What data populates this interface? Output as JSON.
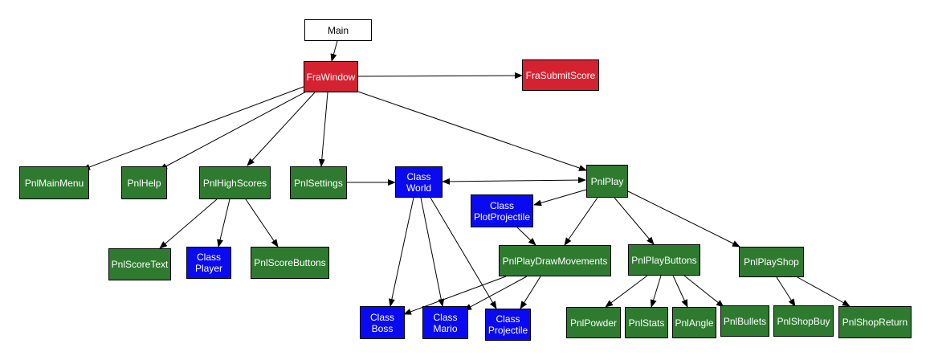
{
  "colors": {
    "white": "#ffffff",
    "red": "#d42231",
    "green": "#2e7b30",
    "blue": "#0a0af2",
    "edge": "#000000"
  },
  "nodes": {
    "main": "Main",
    "fra_window": "FraWindow",
    "fra_submit_score": "FraSubmitScore",
    "pnl_main_menu": "PnlMainMenu",
    "pnl_help": "PnlHelp",
    "pnl_high_scores": "PnlHighScores",
    "pnl_settings": "PnlSettings",
    "class_world": "Class\nWorld",
    "pnl_play": "PnlPlay",
    "class_plot_projectile": "Class\nPlotProjectile",
    "pnl_score_text": "PnlScoreText",
    "class_player": "Class\nPlayer",
    "pnl_score_buttons": "PnlScoreButtons",
    "pnl_play_draw_movements": "PnlPlayDrawMovements",
    "pnl_play_buttons": "PnlPlayButtons",
    "pnl_play_shop": "PnlPlayShop",
    "class_boss": "Class\nBoss",
    "class_mario": "Class\nMario",
    "class_projectile": "Class\nProjectile",
    "pnl_powder": "PnlPowder",
    "pnl_stats": "PnlStats",
    "pnl_angle": "PnlAngle",
    "pnl_bullets": "PnlBullets",
    "pnl_shop_buy": "PnlShopBuy",
    "pnl_shop_return": "PnlShopReturn"
  }
}
